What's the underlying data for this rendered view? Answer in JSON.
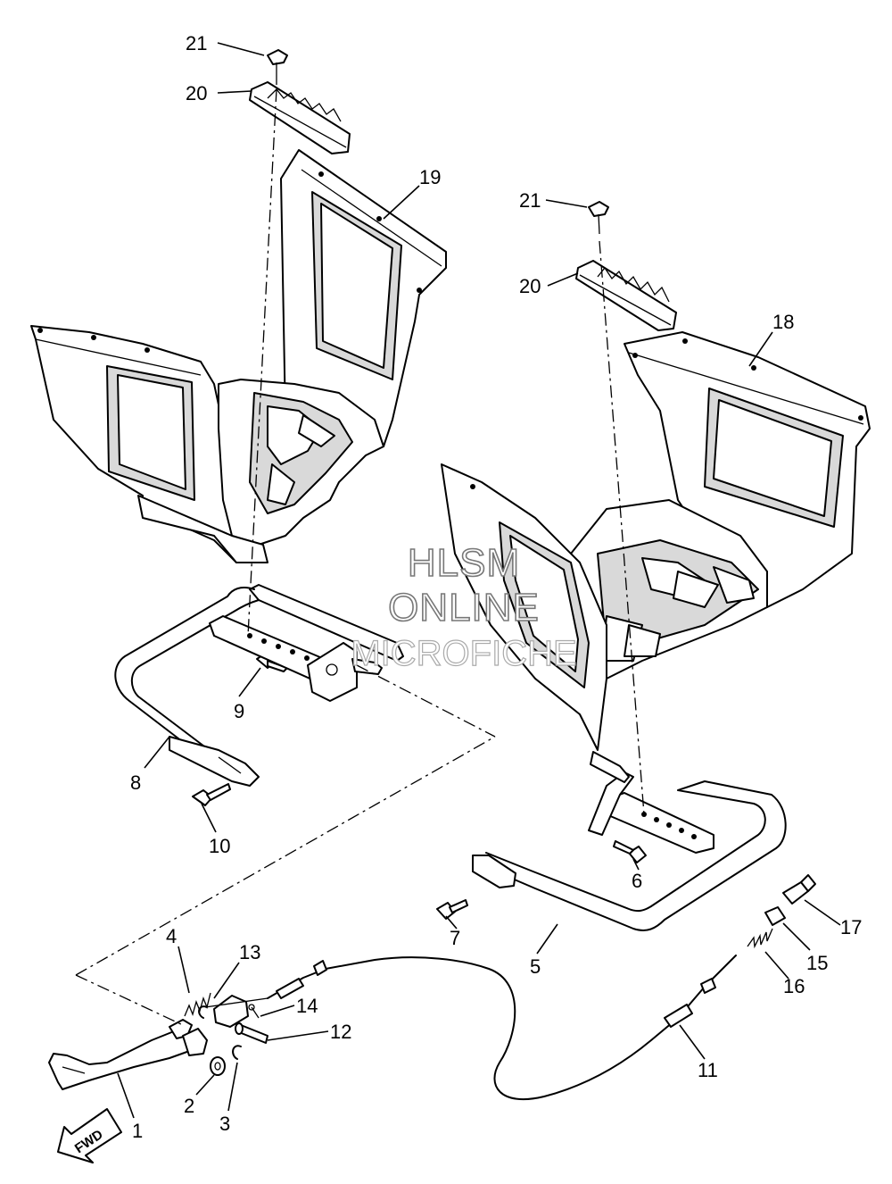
{
  "watermark": {
    "line1": "HLSM",
    "line2": "ONLINE",
    "line3": "MICROFICHE"
  },
  "direction_label": "FWD",
  "callouts": [
    {
      "id": "c1",
      "label": "1"
    },
    {
      "id": "c2",
      "label": "2"
    },
    {
      "id": "c3",
      "label": "3"
    },
    {
      "id": "c4",
      "label": "4"
    },
    {
      "id": "c5",
      "label": "5"
    },
    {
      "id": "c6",
      "label": "6"
    },
    {
      "id": "c7",
      "label": "7"
    },
    {
      "id": "c8",
      "label": "8"
    },
    {
      "id": "c9",
      "label": "9"
    },
    {
      "id": "c10",
      "label": "10"
    },
    {
      "id": "c11",
      "label": "11"
    },
    {
      "id": "c12",
      "label": "12"
    },
    {
      "id": "c13",
      "label": "13"
    },
    {
      "id": "c14",
      "label": "14"
    },
    {
      "id": "c15",
      "label": "15"
    },
    {
      "id": "c16",
      "label": "16"
    },
    {
      "id": "c17",
      "label": "17"
    },
    {
      "id": "c18",
      "label": "18"
    },
    {
      "id": "c19",
      "label": "19"
    },
    {
      "id": "c20a",
      "label": "20"
    },
    {
      "id": "c20b",
      "label": "20"
    },
    {
      "id": "c21a",
      "label": "21"
    },
    {
      "id": "c21b",
      "label": "21"
    }
  ]
}
